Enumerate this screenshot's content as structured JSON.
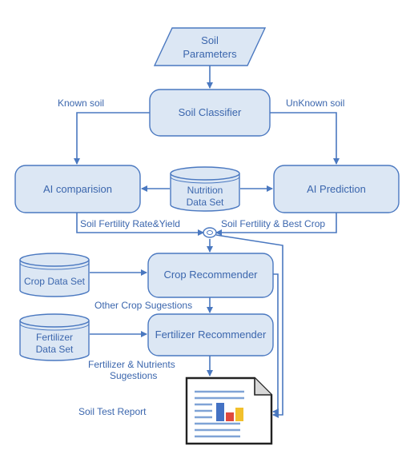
{
  "diagram": {
    "nodes": {
      "soil_parameters": [
        "Soil",
        "Parameters"
      ],
      "soil_classifier": "Soil Classifier",
      "ai_comparision": "AI comparision",
      "nutrition_data_set": [
        "Nutrition",
        "Data Set"
      ],
      "ai_prediction": "AI Prediction",
      "crop_data_set": "Crop Data Set",
      "crop_recommender": "Crop Recommender",
      "fertilizer_data_set": [
        "Fertilizer",
        "Data Set"
      ],
      "fertilizer_recommender": "Fertilizer Recommender"
    },
    "edge_labels": {
      "known_soil": "Known soil",
      "unknown_soil": "UnKnown soil",
      "fertility_rate_yield": "Soil Fertility Rate&Yield",
      "fertility_best_crop": "Soil Fertility & Best Crop",
      "other_crop": "Other Crop Sugestions",
      "fertilizer_nutrients": [
        "Fertilizer & Nutrients",
        "Sugestions"
      ],
      "soil_test_report": "Soil Test Report"
    },
    "colors": {
      "node_fill": "#dce7f4",
      "stroke": "#4a78c0",
      "text": "#3b66ad",
      "report_bar_blue": "#4472c4",
      "report_bar_red": "#e0483c",
      "report_bar_yellow": "#f2c02c"
    }
  }
}
